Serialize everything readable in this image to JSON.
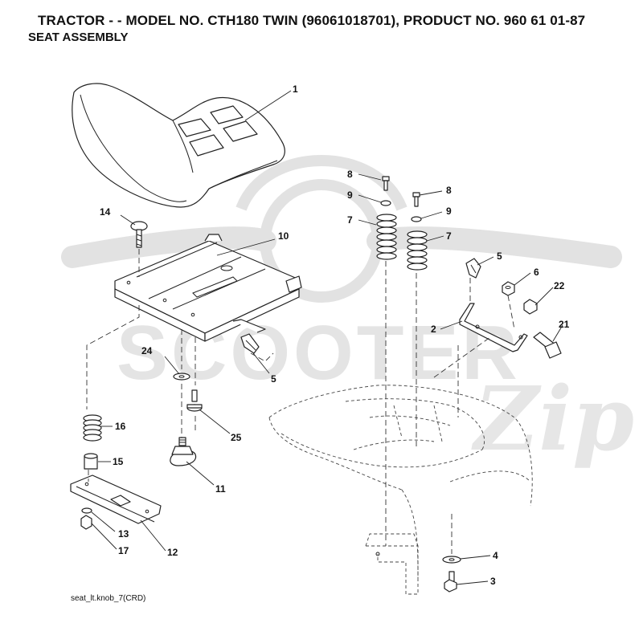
{
  "header": {
    "title": "TRACTOR - - MODEL NO. CTH180 TWIN (96061018701), PRODUCT NO. 960 61 01-87",
    "subtitle": "SEAT ASSEMBLY"
  },
  "watermark": {
    "text": "SCOOTER",
    "script_text": "Zip",
    "color": "#e2e2e2"
  },
  "footer": {
    "code": "seat_lt.knob_7(CRD)"
  },
  "callouts": [
    {
      "id": "c1",
      "label": "1"
    },
    {
      "id": "c14",
      "label": "14"
    },
    {
      "id": "c10",
      "label": "10"
    },
    {
      "id": "c5a",
      "label": "5"
    },
    {
      "id": "c24",
      "label": "24"
    },
    {
      "id": "c25",
      "label": "25"
    },
    {
      "id": "c16",
      "label": "16"
    },
    {
      "id": "c15",
      "label": "15"
    },
    {
      "id": "c11",
      "label": "11"
    },
    {
      "id": "c13",
      "label": "13"
    },
    {
      "id": "c17",
      "label": "17"
    },
    {
      "id": "c12",
      "label": "12"
    },
    {
      "id": "c8a",
      "label": "8"
    },
    {
      "id": "c9a",
      "label": "9"
    },
    {
      "id": "c7a",
      "label": "7"
    },
    {
      "id": "c8b",
      "label": "8"
    },
    {
      "id": "c9b",
      "label": "9"
    },
    {
      "id": "c7b",
      "label": "7"
    },
    {
      "id": "c5b",
      "label": "5"
    },
    {
      "id": "c6",
      "label": "6"
    },
    {
      "id": "c22",
      "label": "22"
    },
    {
      "id": "c2",
      "label": "2"
    },
    {
      "id": "c21",
      "label": "21"
    },
    {
      "id": "c4",
      "label": "4"
    },
    {
      "id": "c3",
      "label": "3"
    }
  ]
}
